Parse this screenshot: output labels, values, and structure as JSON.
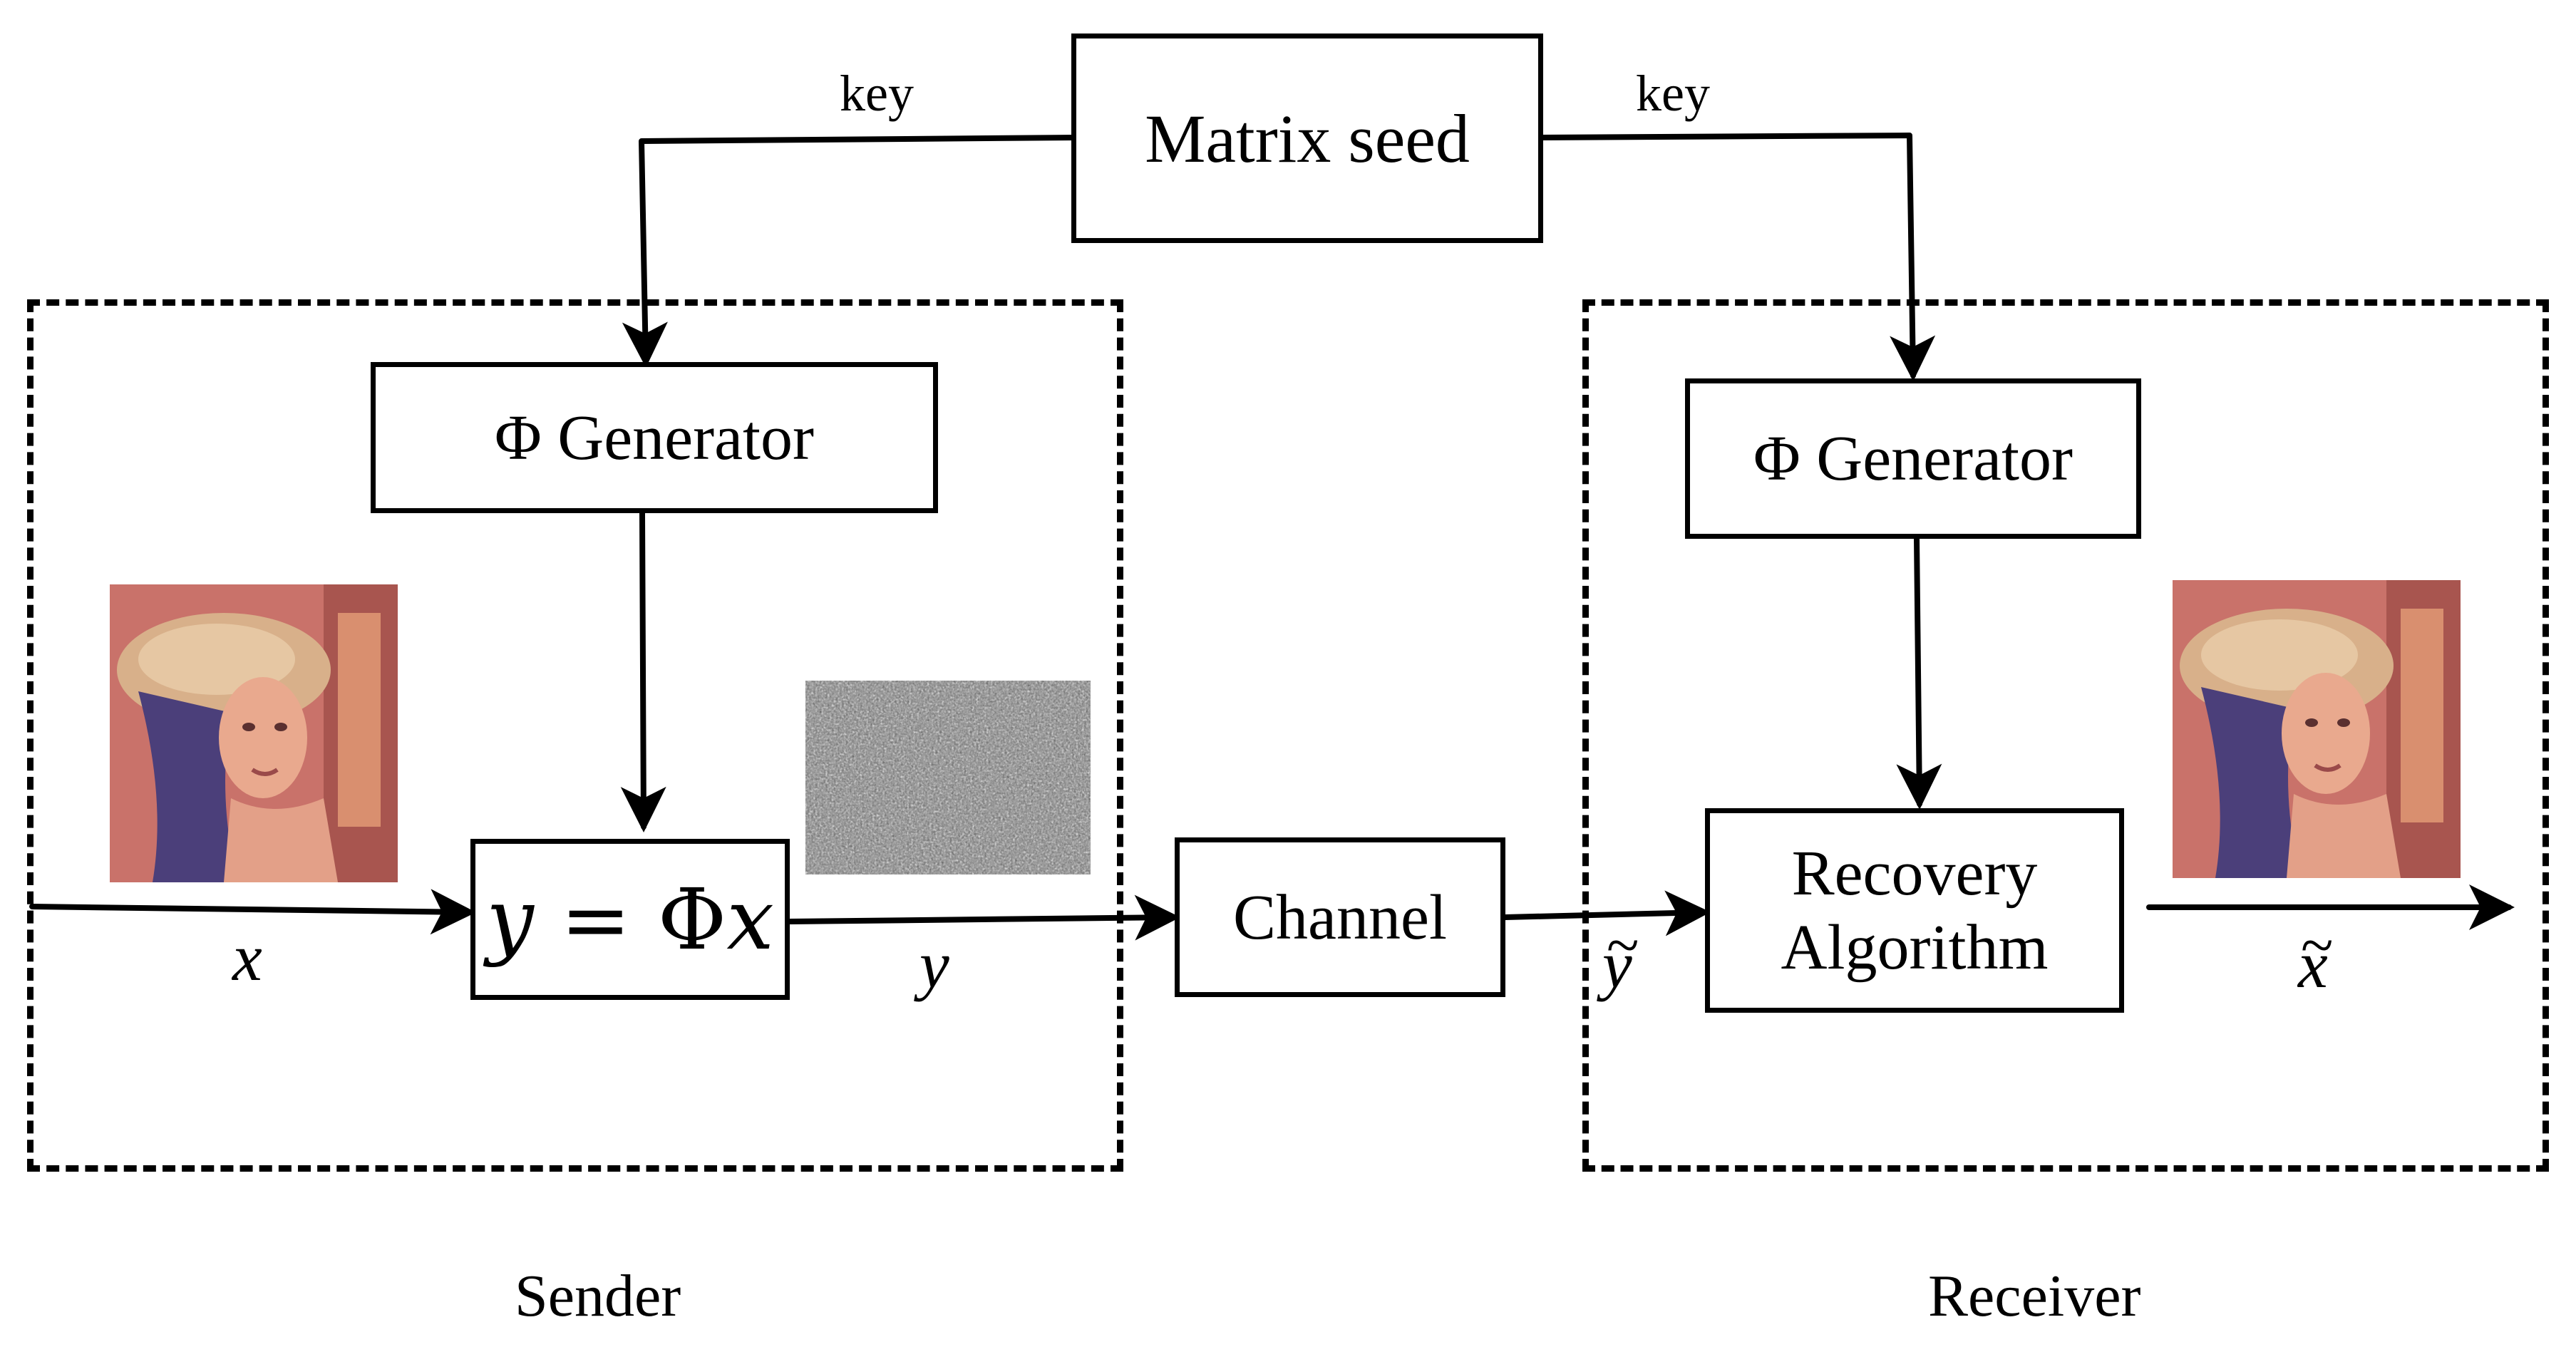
{
  "matrix_seed": "Matrix seed",
  "key_left": "key",
  "key_right": "key",
  "sender": {
    "generator": "Φ Generator",
    "equation": {
      "lhs": "y",
      "eq": " = Φ",
      "rhs": "x"
    },
    "input_symbol": "x",
    "output_symbol": "y",
    "label": "Sender"
  },
  "channel": "Channel",
  "receiver": {
    "generator": "Φ Generator",
    "algorithm_line1": "Recovery",
    "algorithm_line2": "Algorithm",
    "input_symbol": "y",
    "output_symbol": "x",
    "label": "Receiver"
  },
  "tilde": "~",
  "colors": {
    "line": "#000000",
    "background": "#ffffff"
  },
  "icons": {
    "input_image": "portrait-photo",
    "measurement_image": "random-noise-pattern",
    "output_image": "portrait-photo"
  }
}
